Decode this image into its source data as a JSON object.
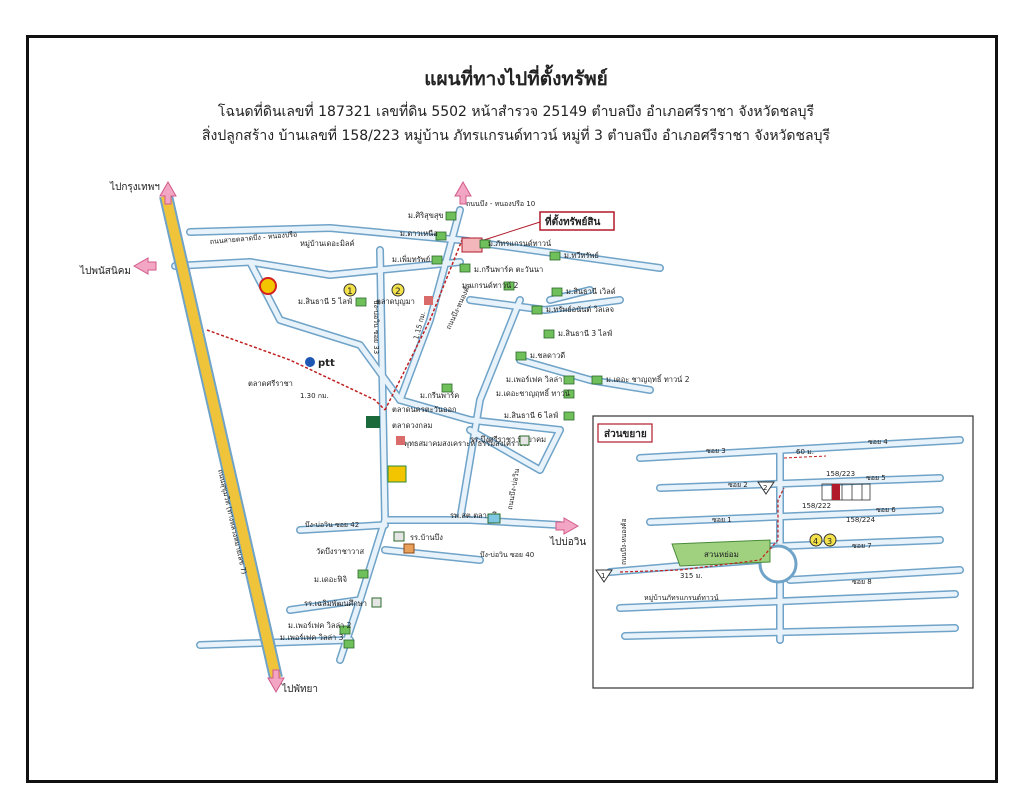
{
  "title": "แผนที่ทางไปที่ตั้งทรัพย์",
  "subtitle_line1": "โฉนดที่ดินเลขที่ 187321 เลขที่ดิน 5502 หน้าสำรวจ 25149 ตำบลบึง อำเภอศรีราชา จังหวัดชลบุรี",
  "subtitle_line2": "สิ่งปลูกสร้าง บ้านเลขที่ 158/223 หมู่บ้าน ภัทรแกรนด์ทาวน์ หมู่ที่ 3 ตำบลบึง อำเภอศรีราชา จังหวัดชลบุรี",
  "main_map": {
    "arrows": {
      "bangkok": "ไปกรุงเทพฯ",
      "phanat": "ไปพนัสนิคม",
      "bo_win": "ไปบ่อวิน",
      "pattaya": "ไปพัทยา"
    },
    "roads": {
      "highway": "ถนนสุขุมวิท (ทางหลวงหมายเลข 7)",
      "bang_phra": "ถนนสายตลาดบึง - หนองปรือ",
      "nongpru10": "ถนนบึง - หนองปรือ 10",
      "soi33": "บึง-บ่อวิน ซอย 33",
      "soi42": "บึง-บ่อวิน ซอย 42",
      "soi40": "บึง-บ่อวิน ซอย 40",
      "nongkho": "ถนนบึง-หนองค้อ",
      "bowin_road": "ถนนบึง-บ่อวิน"
    },
    "places": {
      "target": "ที่ตั้งทรัพย์สิน",
      "phattara": "ม.ภัทรแกรนด์ทาวน์",
      "sirisuk": "ม.ศิริสุขสุข",
      "dawnuea": "ม.ดาวเหนือ",
      "mueangthong": "หมู่บ้านเดอะมิลค์",
      "phermsap": "ม.เพิ่มทรัพย์",
      "greenpark": "ม.กรีนพาร์ค ตะวันนา",
      "thawisap": "ม.ทวีทรัพย์",
      "sinthani5": "ม.สินธานี 5 ไลฟ์",
      "talat_boon": "ตลาดบุญมา",
      "grandtown2": "ม.แกรนด์ทาวน์ 2",
      "sinthani_plus": "ม.สินธานี เวิลด์",
      "sapnan": "ม.ทรัพย์อนันต์ วิลเลจ",
      "sinthani3": "ม.สินธานี 3 ไลฟ์",
      "chollada": "ม.ชลดาวดี",
      "ptt": "ptt",
      "talat_sriracha": "ตลาดศรีราชา",
      "perfect_villa": "ม.เพอร์เฟค วิลล่า",
      "the_changrit": "ม.เดอะ ชาญฤทธิ์ ทาวน์ 2",
      "the_changrit_town": "ม.เดอะชาญฤทธิ์ ทาวน์",
      "greenpark2": "ม.กรีนพาร์ค",
      "talat_kao": "ตลาดนครตะวันออก",
      "sinthani6": "ม.สินธานี 6 ไลฟ์",
      "kwang": "ตลาดวงกลม",
      "wat": "พุทธสมาคมสงเคราะห์ ธรรมสงเคราะห์",
      "school_bueng": "รร.บึงศรีราชา พิทยาคม",
      "hospital": "รพ.สต.ตลาดบึง",
      "school_ban": "รร.บ้านบึง",
      "wat_bueng": "วัดบึงราชาวาส",
      "the_fiji": "ม.เดอะฟิจิ",
      "school_chaloem": "รร.เฉลิมพัฒนศึกษา",
      "perfect2": "ม.เพอร์เฟค วิลล่า 2",
      "perfect3": "ม.เพอร์เฟค วิลล่า 3"
    },
    "distances": {
      "d1": "1.30 กม.",
      "d2": "1.15 กม."
    },
    "markers": [
      "1",
      "2"
    ]
  },
  "inset": {
    "title": "ส่วนขยาย",
    "sois": [
      "ซอย 3",
      "ซอย 2",
      "ซอย 1",
      "ซอย 4",
      "ซอย 5",
      "ซอย 6",
      "ซอย 7",
      "ซอย 8"
    ],
    "plots": {
      "target": "158/223",
      "left": "158/222",
      "right": "158/224"
    },
    "distance_top": "60 ม.",
    "distance_bottom": "315 ม.",
    "park": "สวนหย่อม",
    "village": "หมู่บ้านภัทรแกรนด์ทาวน์",
    "road": "ถนนบึง-หนองค้อ",
    "markers": [
      "1",
      "2",
      "3",
      "4"
    ]
  },
  "colors": {
    "road_fill": "#e8f2fa",
    "road_edge": "#6fa3c8",
    "highway": "#f0c43a",
    "target": "#b01a2a",
    "park": "#9fd17e",
    "route": "#c02020",
    "arrow": "#f3a6c3",
    "marker": "#f4e24a"
  }
}
